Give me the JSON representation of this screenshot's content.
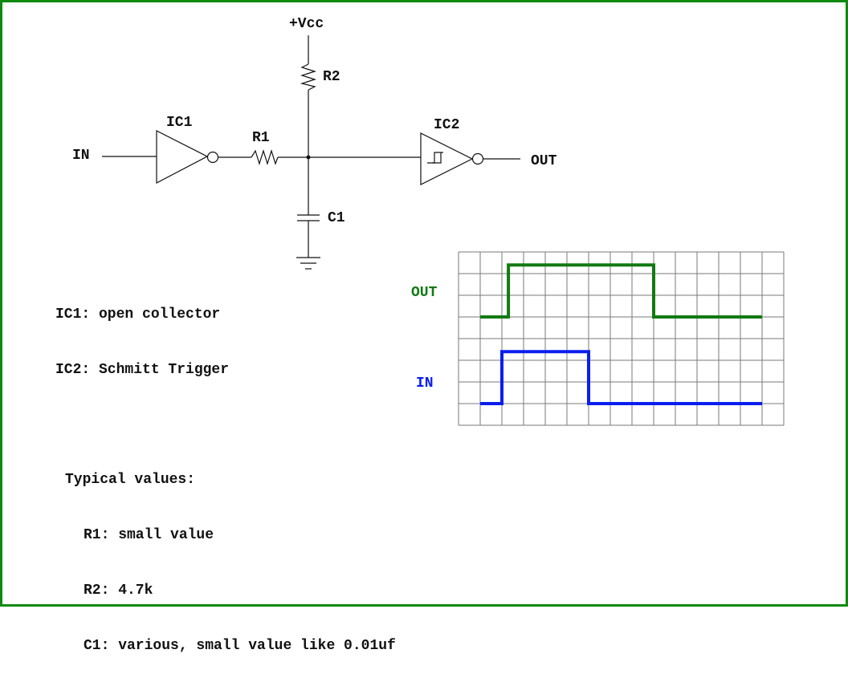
{
  "labels": {
    "vcc": "+Vcc",
    "r1": "R1",
    "r2": "R2",
    "c1": "C1",
    "ic1": "IC1",
    "ic2": "IC2",
    "in": "IN",
    "out": "OUT"
  },
  "notes": [
    "IC1: open collector",
    "IC2: Schmitt Trigger"
  ],
  "typical": {
    "heading": "Typical values:",
    "items": [
      "R1: small value",
      "R2: 4.7k",
      "C1: various, small value like 0.01uf"
    ]
  },
  "timing": {
    "out_label": "OUT",
    "in_label": "IN",
    "out_color": "#127a12",
    "in_color": "#0a1ef0",
    "out_wave": [
      [
        0,
        3
      ],
      [
        1.3,
        3
      ],
      [
        1.3,
        0.6
      ],
      [
        8,
        0.6
      ],
      [
        8,
        3
      ],
      [
        13,
        3
      ]
    ],
    "in_wave": [
      [
        0,
        7
      ],
      [
        1,
        7
      ],
      [
        1,
        4.6
      ],
      [
        5,
        4.6
      ],
      [
        5,
        7
      ],
      [
        13,
        7
      ]
    ]
  },
  "colors": {
    "frame": "#0f8a0f"
  }
}
